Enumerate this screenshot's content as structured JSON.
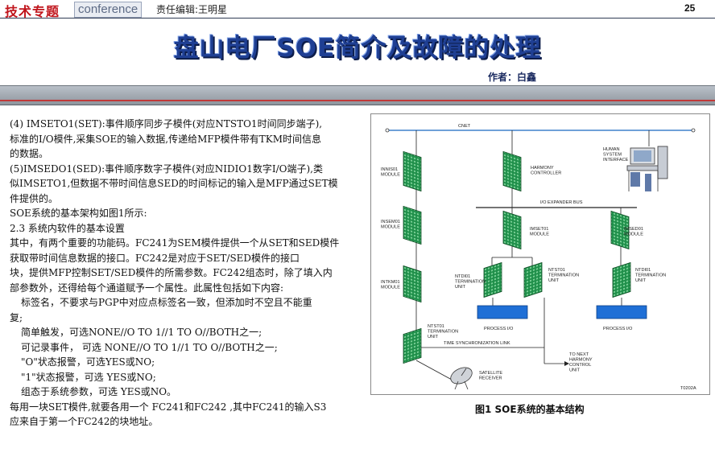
{
  "header": {
    "brand": "技术专题",
    "brand_en": "conference",
    "editor": "责任编辑:王明星",
    "page_number": "25"
  },
  "article": {
    "title": "盘山电厂SOE简介及故障的处理",
    "author": "作者：白鑫"
  },
  "body": {
    "lines": [
      "(4) IMSETO1(SET):事件顺序同步子模件(对应NTSTO1时间同步端子),",
      "标准的I/O模件,采集SOE的输入数据,传递给MFP模件带有TKM时间信息",
      "的数据。",
      "(5)IMSEDO1(SED):事件顺序数字子模件(对应NIDIO1数字I/O端子),类",
      "似IMSETO1,但数据不带时间信息SED的时间标记的输入是MFP通过SET模",
      "件提供的。",
      "SOE系统的基本架构如图1所示:",
      "2.3 系统内软件的基本设置",
      "其中，有两个重要的功能码。FC241为SEM模件提供一个从SET和SED模件",
      "获取带时间信息数据的接口。FC242是对应于SET/SED模件的接口",
      "块，提供MFP控制SET/SED模件的所需参数。FC242组态时，除了填入内",
      "部参数外，还得给每个通道赋予一个属性。此属性包括如下内容:",
      "标签名，不要求与PGP中对应点标签名一致，但添加时不空且不能重",
      "复;",
      "简单触发，可选NONE//O TO 1//1 TO O//BOTH之一;",
      "可记录事件，  可选 NONE//O TO 1//1 TO O//BOTH之一;",
      "\"O\"状态报警，可选YES或NO;",
      "\"1\"状态报警，可选 YES或NO;",
      "组态于系统参数，可选 YES或NO。",
      "每用一块SET模件,就要各用一个 FC241和FC242  ,其中FC241的输入S3",
      "应来自于第一个FC242的块地址。"
    ]
  },
  "figure": {
    "caption": "图1 SOE系统的基本结构",
    "labels": {
      "cnet": "CNET",
      "innis": "INNIS01\nMODULE",
      "harmony_controller": "HARMONY\nCONTROLLER",
      "hsi": "HUMAN\nSYSTEM\nINTERFACE",
      "io_bus": "I/O EXPANDER BUS",
      "insem": "INSEM01\nMODULE",
      "imset": "IMSET01\nMODULE",
      "imsed": "IMSED01\nMODULE",
      "ntdi_left": "NTDI01\nTERMINATION\nUNIT",
      "ntst_mid": "NTST01\nTERMINATION\nUNIT",
      "ntdi_right": "NTDI01\nTERMINATION\nUNIT",
      "intkm": "INTKM01\nMODULE",
      "process_io": "PROCESS I/O",
      "ntst_bottom": "NTST01\nTERMINATION\nUNIT",
      "sync_link": "TIME SYNCHRONIZATION LINK",
      "next_unit": "TO NEXT\nHARMONY\nCONTROL\nUNIT",
      "satellite": "SATELLITE\nRECEIVER",
      "fig_code": "T0202A"
    }
  }
}
